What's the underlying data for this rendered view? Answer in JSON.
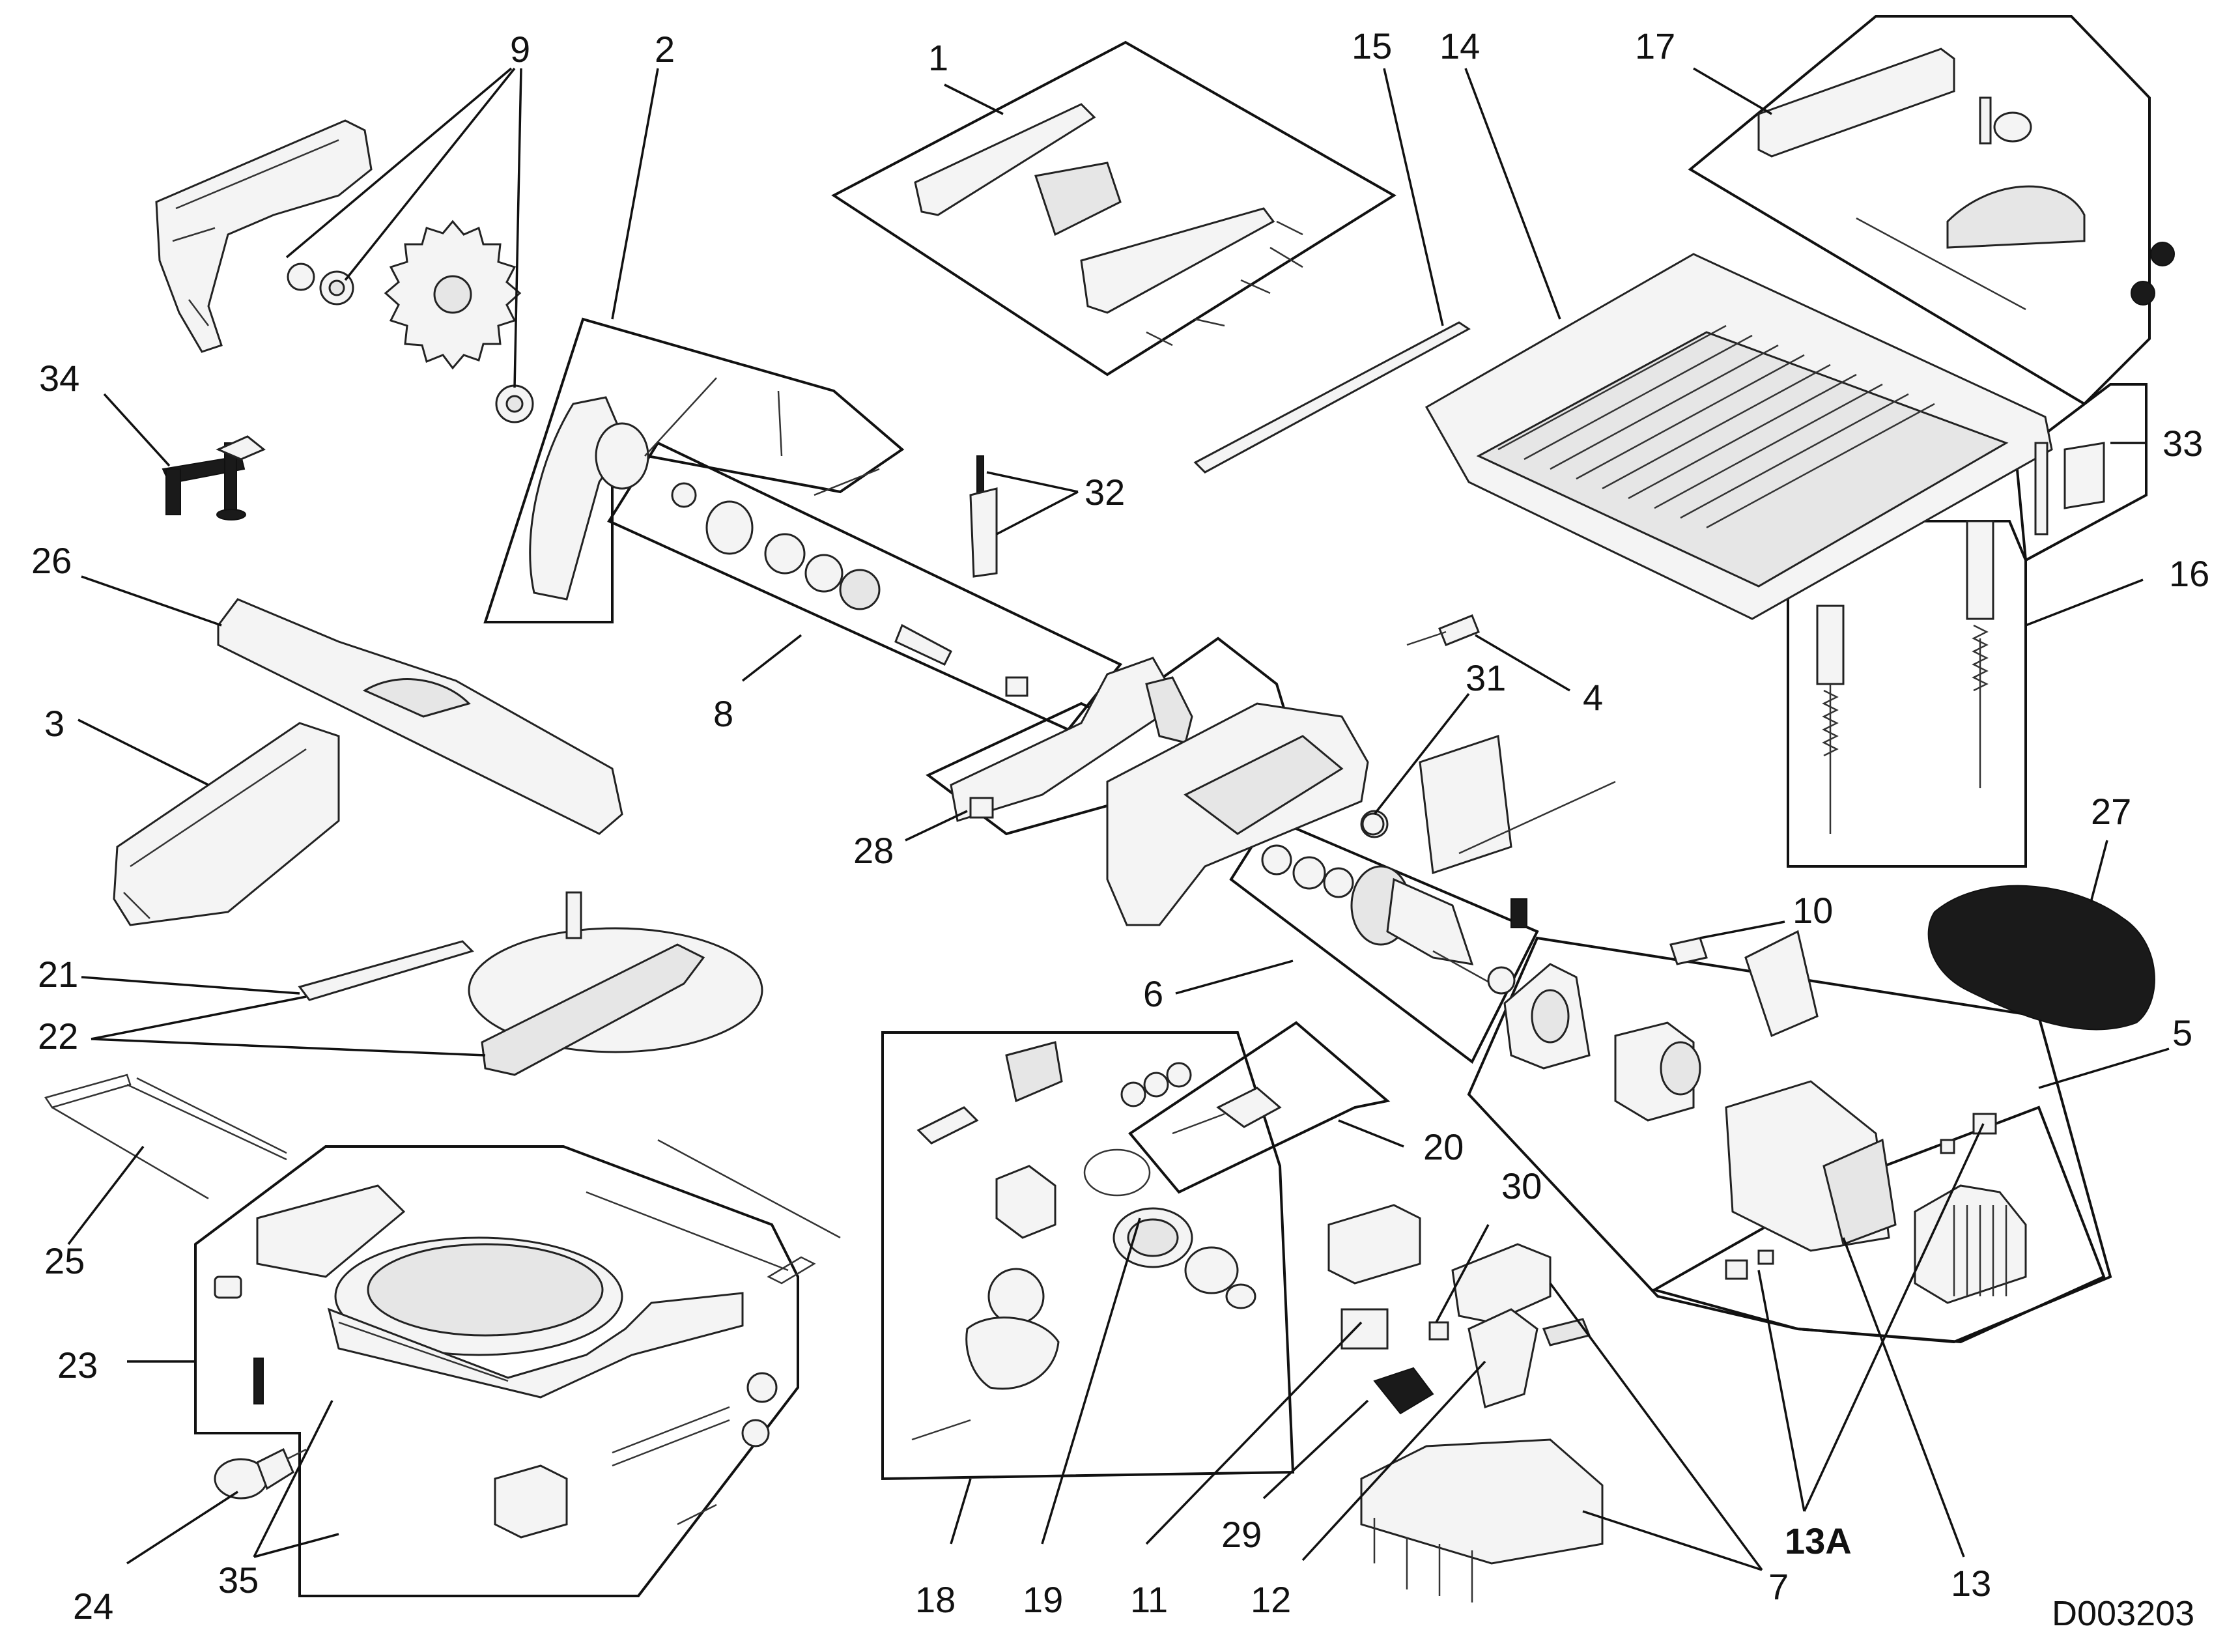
{
  "diagram": {
    "doc_id": "D003203",
    "callouts": [
      {
        "id": "c1",
        "label": "1"
      },
      {
        "id": "c2",
        "label": "2"
      },
      {
        "id": "c3",
        "label": "3"
      },
      {
        "id": "c4",
        "label": "4"
      },
      {
        "id": "c5",
        "label": "5"
      },
      {
        "id": "c6",
        "label": "6"
      },
      {
        "id": "c7",
        "label": "7"
      },
      {
        "id": "c8",
        "label": "8"
      },
      {
        "id": "c9",
        "label": "9"
      },
      {
        "id": "c10",
        "label": "10"
      },
      {
        "id": "c11",
        "label": "11"
      },
      {
        "id": "c12",
        "label": "12"
      },
      {
        "id": "c13",
        "label": "13"
      },
      {
        "id": "c13a",
        "label": "13A"
      },
      {
        "id": "c14",
        "label": "14"
      },
      {
        "id": "c15",
        "label": "15"
      },
      {
        "id": "c16",
        "label": "16"
      },
      {
        "id": "c17",
        "label": "17"
      },
      {
        "id": "c18",
        "label": "18"
      },
      {
        "id": "c19",
        "label": "19"
      },
      {
        "id": "c20",
        "label": "20"
      },
      {
        "id": "c21",
        "label": "21"
      },
      {
        "id": "c22",
        "label": "22"
      },
      {
        "id": "c23",
        "label": "23"
      },
      {
        "id": "c24",
        "label": "24"
      },
      {
        "id": "c25",
        "label": "25"
      },
      {
        "id": "c26",
        "label": "26"
      },
      {
        "id": "c27",
        "label": "27"
      },
      {
        "id": "c28",
        "label": "28"
      },
      {
        "id": "c29",
        "label": "29"
      },
      {
        "id": "c30",
        "label": "30"
      },
      {
        "id": "c31",
        "label": "31"
      },
      {
        "id": "c32",
        "label": "32"
      },
      {
        "id": "c33",
        "label": "33"
      },
      {
        "id": "c34",
        "label": "34"
      },
      {
        "id": "c35",
        "label": "35"
      }
    ]
  }
}
